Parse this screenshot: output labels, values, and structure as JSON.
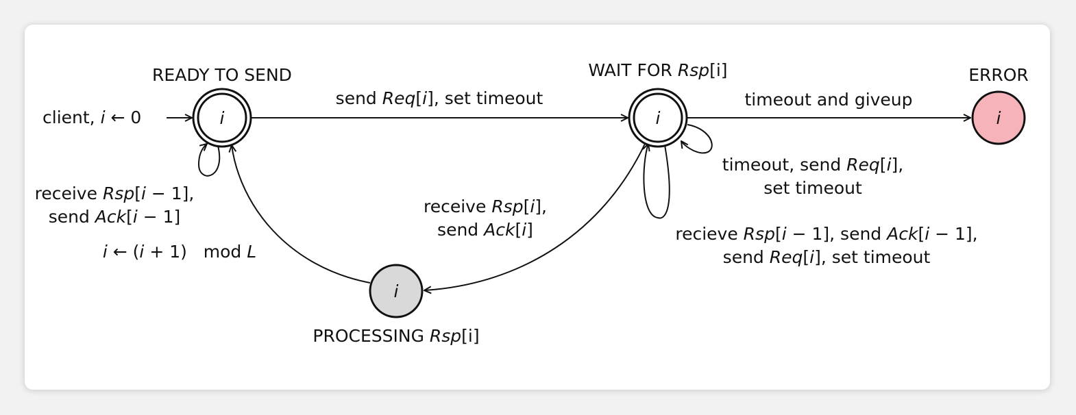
{
  "states": {
    "ready": {
      "title": "READY TO SEND",
      "symbol": "i",
      "accepting": true,
      "fill": "#ffffff"
    },
    "wait": {
      "title_prefix": "WAIT FOR ",
      "title_sym": "Rsp",
      "title_suffix": "[i]",
      "symbol": "i",
      "accepting": true,
      "fill": "#ffffff"
    },
    "error": {
      "title": "ERROR",
      "symbol": "i",
      "accepting": false,
      "fill": "#f7b3ba"
    },
    "processing": {
      "title_prefix": "PROCESSING ",
      "title_sym": "Rsp",
      "title_suffix": "[i]",
      "symbol": "i",
      "accepting": false,
      "fill": "#d9d9d9"
    }
  },
  "transitions": {
    "initial": {
      "a": "client, ",
      "b": "i",
      "c": " ← 0"
    },
    "ready_selfloop": {
      "line1_a": "receive ",
      "line1_b": "Rsp",
      "line1_c": "[",
      "line1_d": "i",
      "line1_e": " − 1],",
      "line2_a": "send ",
      "line2_b": "Ack",
      "line2_c": "[",
      "line2_d": "i",
      "line2_e": " − 1]"
    },
    "ready_to_wait": {
      "a": "send ",
      "b": "Req",
      "c": "[",
      "d": "i",
      "e": "], set timeout"
    },
    "wait_to_error": {
      "text": "timeout and giveup"
    },
    "wait_small_loop": {
      "line1_a": "timeout, send ",
      "line1_b": "Req",
      "line1_c": "[",
      "line1_d": "i",
      "line1_e": "],",
      "line2": "set timeout"
    },
    "wait_big_loop": {
      "line1_a": "recieve ",
      "line1_b": "Rsp",
      "line1_c": "[",
      "line1_d": "i",
      "line1_e": " − 1], send ",
      "line1_f": "Ack",
      "line1_g": "[",
      "line1_h": "i",
      "line1_i": " − 1],",
      "line2_a": "send ",
      "line2_b": "Req",
      "line2_c": "[",
      "line2_d": "i",
      "line2_e": "], set timeout"
    },
    "wait_to_processing": {
      "line1_a": "receive ",
      "line1_b": "Rsp",
      "line1_c": "[",
      "line1_d": "i",
      "line1_e": "],",
      "line2_a": "send ",
      "line2_b": "Ack",
      "line2_c": "[",
      "line2_d": "i",
      "line2_e": "]"
    },
    "processing_to_ready": {
      "a": "i",
      "b": " ← (",
      "c": "i",
      "d": " + 1)   mod ",
      "e": "L"
    }
  }
}
